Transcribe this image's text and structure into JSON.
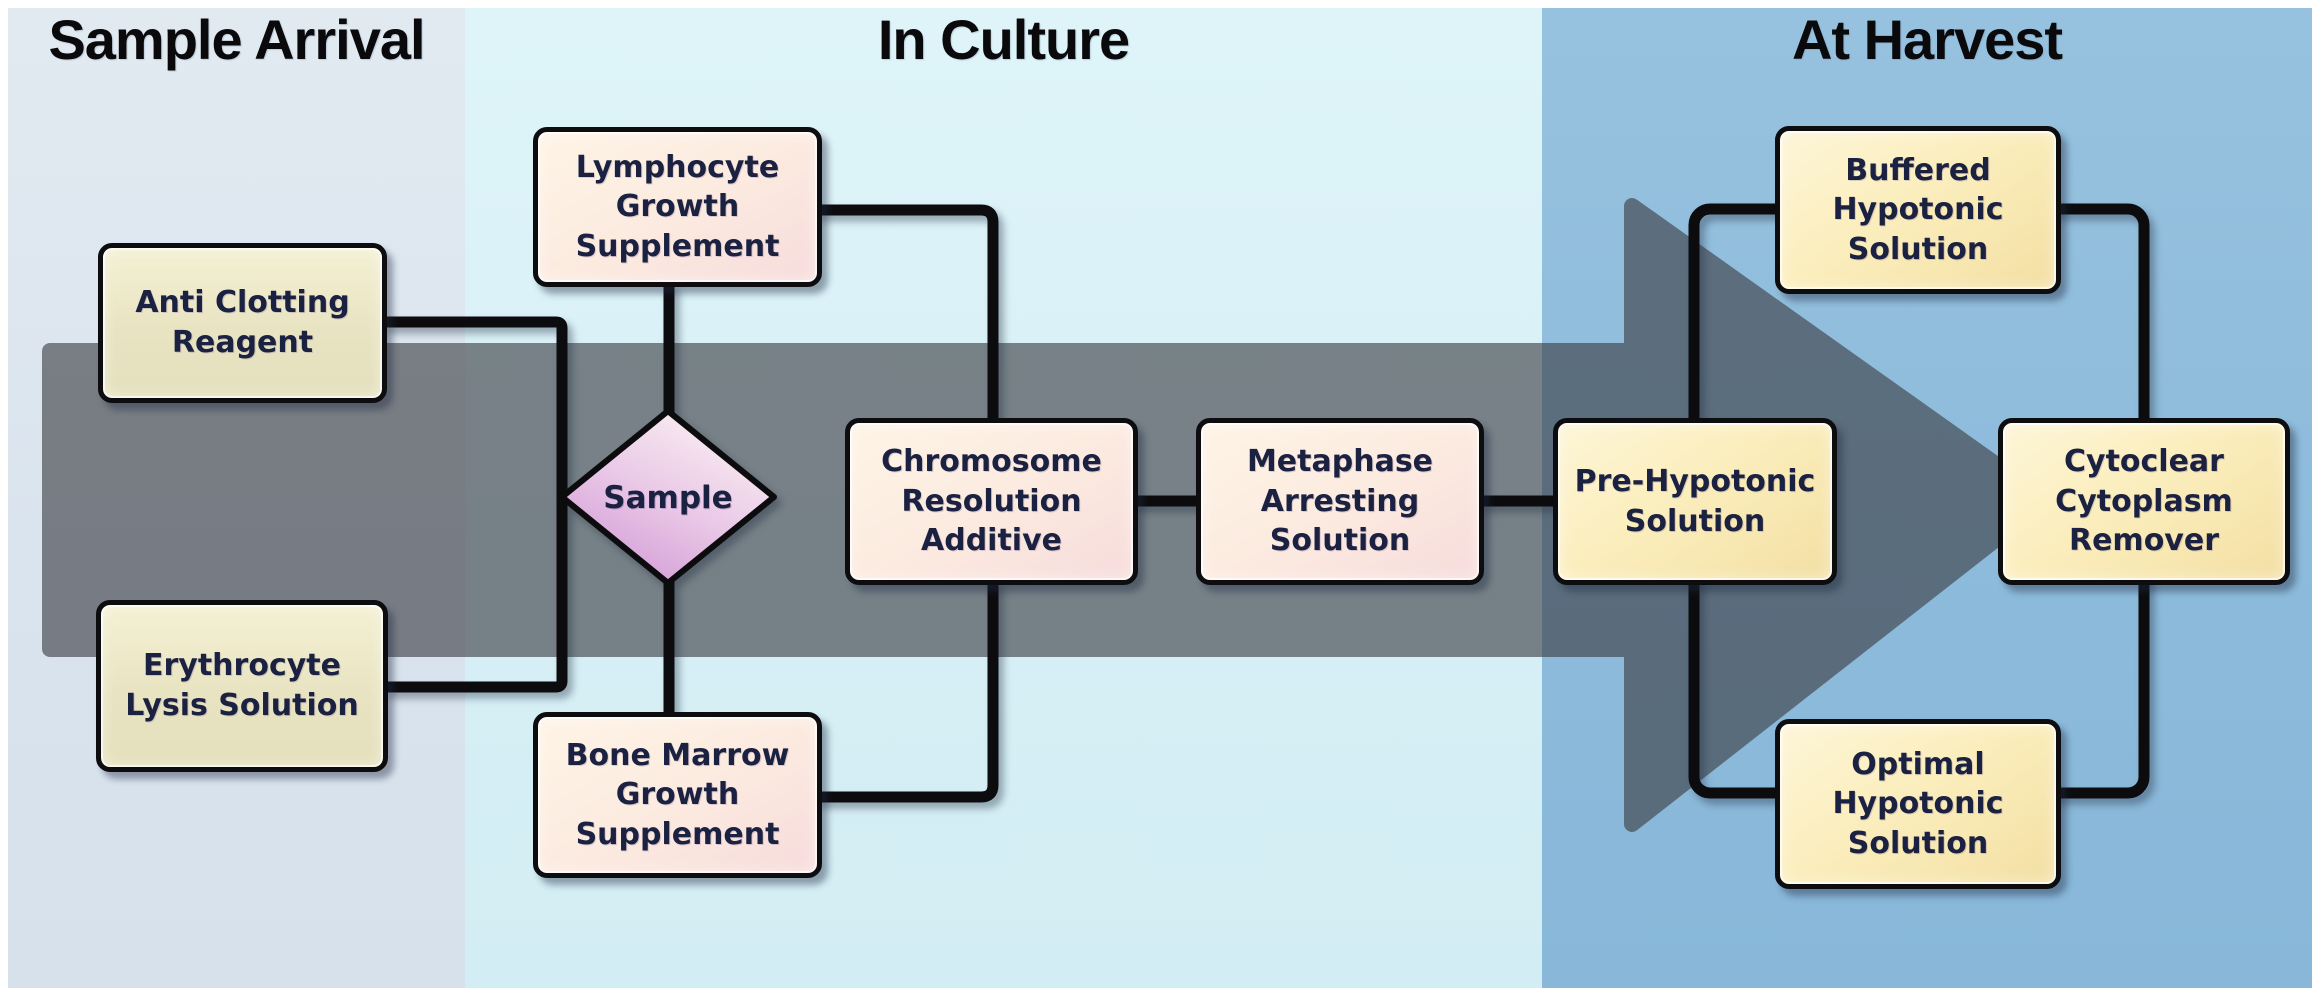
{
  "diagram": {
    "sections": {
      "sample_arrival": {
        "title": "Sample Arrival"
      },
      "in_culture": {
        "title": "In Culture"
      },
      "at_harvest": {
        "title": "At Harvest"
      }
    },
    "nodes": {
      "anti_clotting": {
        "label": "Anti Clotting\nReagent"
      },
      "erythrocyte": {
        "label": "Erythrocyte\nLysis Solution"
      },
      "lymphocyte": {
        "label": "Lymphocyte\nGrowth\nSupplement"
      },
      "bone_marrow": {
        "label": "Bone Marrow\nGrowth\nSupplement"
      },
      "sample": {
        "label": "Sample"
      },
      "chromosome": {
        "label": "Chromosome\nResolution\nAdditive"
      },
      "metaphase": {
        "label": "Metaphase\nArresting\nSolution"
      },
      "pre_hypotonic": {
        "label": "Pre-Hypotonic\nSolution"
      },
      "buffered": {
        "label": "Buffered\nHypotonic\nSolution"
      },
      "optimal": {
        "label": "Optimal\nHypotonic\nSolution"
      },
      "cytoclear": {
        "label": "Cytoclear\nCytoplasm\nRemover"
      }
    },
    "colors": {
      "section_sample_arrival_bg": "#dae4ee",
      "section_in_culture_bg": "#d7f0f6",
      "section_at_harvest_bg": "#8dbbdb",
      "process_arrow": "#3c3e44",
      "connector_line": "#0c0c0e",
      "node_khaki": "#e8e4c2",
      "node_peach": "#fcebe0",
      "node_yellow": "#fbeebd",
      "diamond_pink": "#d8a0da",
      "label_text": "#1b2140",
      "title_text": "#0a0a0c"
    }
  }
}
